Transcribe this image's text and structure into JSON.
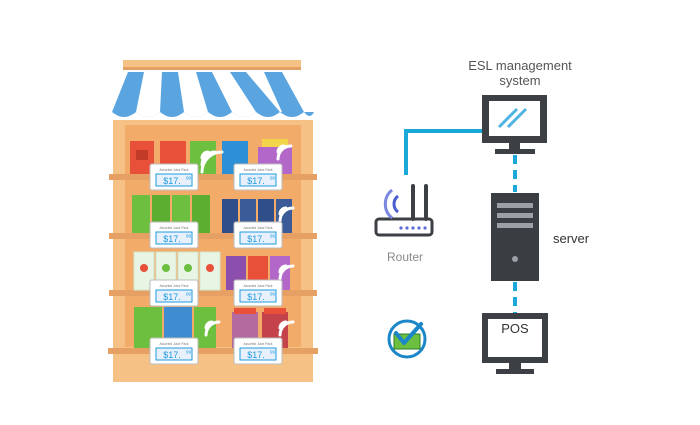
{
  "labels": {
    "esl_line1": "ESL management",
    "esl_line2": "system",
    "router": "Router",
    "server": "server",
    "pos": "POS"
  },
  "price_tag": {
    "price": "$17.",
    "cents": "99",
    "caption": "Assorted Juice Pack"
  },
  "colors": {
    "connector": "#1aa8d8",
    "awning_blue": "#5aa5e0",
    "shelf_orange": "#f6c185",
    "shelf_dark": "#e7a064",
    "device_dark": "#3c3f44",
    "price_blue": "#1c9be0"
  },
  "icons": [
    "monitor-icon",
    "server-icon",
    "router-icon",
    "pos-terminal-icon",
    "checkmark-badge-icon",
    "wifi-icon"
  ]
}
